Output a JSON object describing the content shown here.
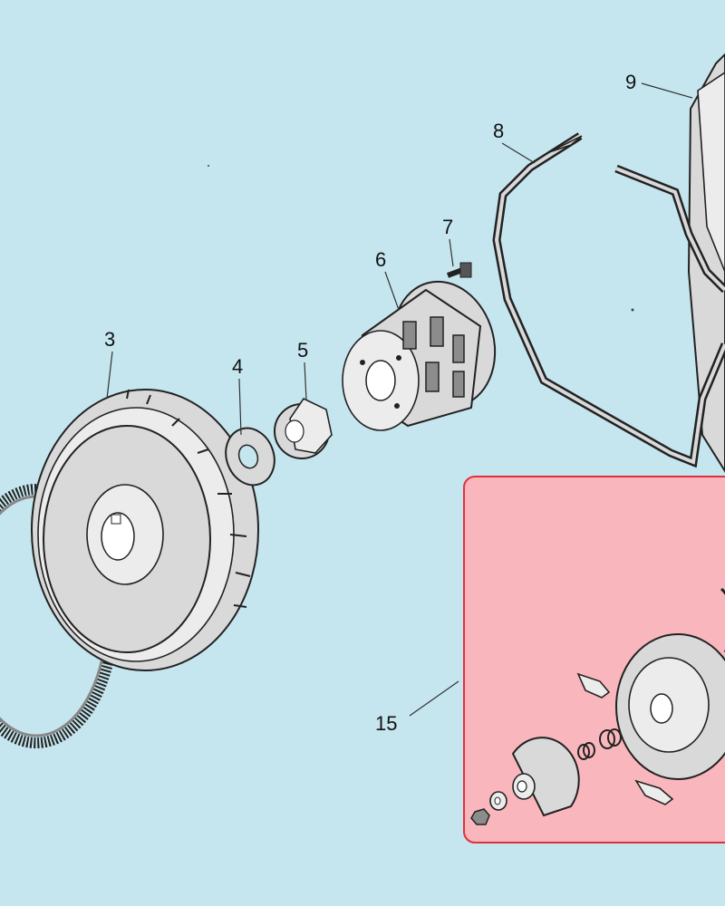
{
  "colors": {
    "background": "#c5e6ef",
    "inset_fill": "#f9b7bd",
    "inset_border": "#e0303c",
    "part_fill": "#d9d9d9",
    "part_stroke": "#222222"
  },
  "callouts": [
    {
      "id": "callout-3",
      "label": "3"
    },
    {
      "id": "callout-4",
      "label": "4"
    },
    {
      "id": "callout-5",
      "label": "5"
    },
    {
      "id": "callout-6",
      "label": "6"
    },
    {
      "id": "callout-7",
      "label": "7"
    },
    {
      "id": "callout-8",
      "label": "8"
    },
    {
      "id": "callout-9",
      "label": "9"
    },
    {
      "id": "callout-15",
      "label": "15"
    }
  ]
}
